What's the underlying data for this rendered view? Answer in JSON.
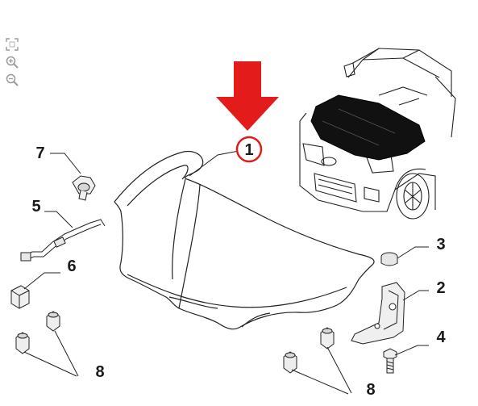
{
  "toolbar": {
    "tools": [
      {
        "name": "fit-view-icon"
      },
      {
        "name": "zoom-in-icon"
      },
      {
        "name": "zoom-out-icon"
      }
    ]
  },
  "diagram": {
    "highlight_color": "#e31b1b",
    "callouts": {
      "hood": "1",
      "hinge": "2",
      "buffer": "3",
      "bolt": "4",
      "cable": "5",
      "latch": "6",
      "clip": "7",
      "nut_left": "8",
      "nut_right": "8"
    }
  }
}
